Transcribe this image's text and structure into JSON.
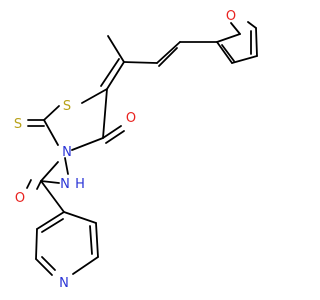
{
  "structure": {
    "atoms": {
      "o_furan": {
        "label": "O",
        "color": "#e8221f"
      },
      "s_ring": {
        "label": "S",
        "color": "#b8a21a"
      },
      "s_thione": {
        "label": "S",
        "color": "#b8a21a"
      },
      "n_ring": {
        "label": "N",
        "color": "#2a34d6"
      },
      "o_ketone": {
        "label": "O",
        "color": "#e8221f"
      },
      "n_amide": {
        "label": "N",
        "color": "#2a34d6"
      },
      "h_amide": {
        "label": "H",
        "color": "#2a34d6"
      },
      "o_amide": {
        "label": "O",
        "color": "#e8221f"
      },
      "n_pyridine": {
        "label": "N",
        "color": "#2a34d6"
      }
    },
    "bond_color": "#000000"
  }
}
